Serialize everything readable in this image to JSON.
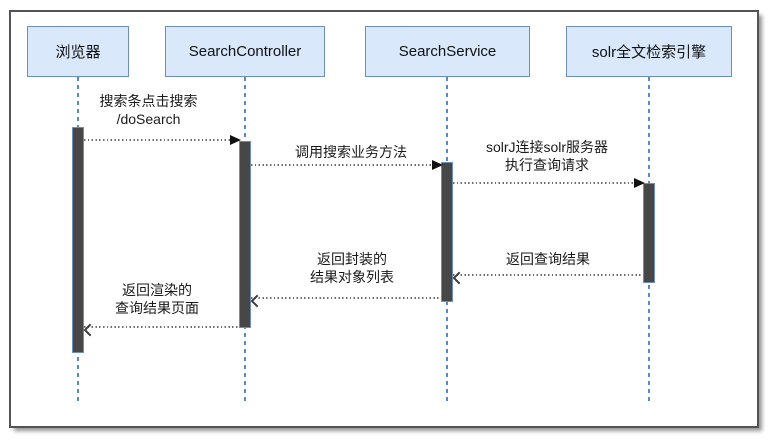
{
  "diagram": {
    "type": "uml-sequence",
    "actors": [
      {
        "name": "浏览器"
      },
      {
        "name": "SearchController"
      },
      {
        "name": "SearchService"
      },
      {
        "name": "solr全文检索引擎"
      }
    ],
    "messages": [
      {
        "from": "浏览器",
        "to": "SearchController",
        "kind": "request",
        "label": "搜索条点击搜索\n/doSearch"
      },
      {
        "from": "SearchController",
        "to": "SearchService",
        "kind": "request",
        "label": "调用搜索业务方法"
      },
      {
        "from": "SearchService",
        "to": "solr全文检索引擎",
        "kind": "request",
        "label": "solrJ连接solr服务器\n执行查询请求"
      },
      {
        "from": "solr全文检索引擎",
        "to": "SearchService",
        "kind": "return",
        "label": "返回查询结果"
      },
      {
        "from": "SearchService",
        "to": "SearchController",
        "kind": "return",
        "label": "返回封装的\n结果对象列表"
      },
      {
        "from": "SearchController",
        "to": "浏览器",
        "kind": "return",
        "label": "返回渲染的\n查询结果页面"
      }
    ],
    "colors": {
      "actor_fill": "#dae8fc",
      "actor_border": "#6c8ebf",
      "lifeline": "#5e87c8",
      "activation_fill": "#474747",
      "message_line": "#6e6e6e",
      "frame_border": "#545456",
      "text": "#1a1a1a"
    }
  }
}
